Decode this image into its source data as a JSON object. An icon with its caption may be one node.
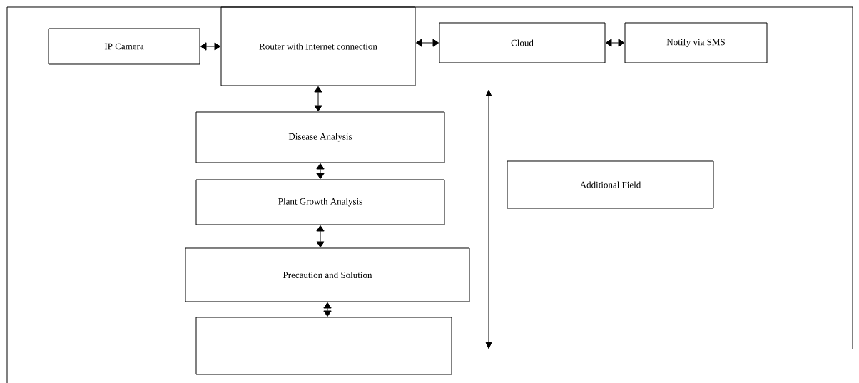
{
  "diagram": {
    "nodes": [
      {
        "text": [
          "IP Camera"
        ]
      },
      {
        "text": [
          "Router with Internet connection"
        ]
      },
      {
        "text": [
          "Cloud"
        ]
      },
      {
        "text": [
          "Notify via SMS"
        ]
      },
      {
        "text": [
          "Disease Analysis"
        ]
      },
      {
        "text": [
          "Plant Growth Analysis"
        ]
      },
      {
        "text": [
          "Precaution and Solution"
        ]
      },
      {
        "text": [],
        "shape": "box"
      },
      {
        "text": [
          "Additional Field"
        ]
      }
    ],
    "edges": [
      {
        "from": 0,
        "to": 1,
        "arrow": "both"
      },
      {
        "from": 1,
        "to": 2,
        "arrow": "both"
      },
      {
        "from": 2,
        "to": 3,
        "arrow": "both"
      },
      {
        "from": 1,
        "to": 4,
        "arrow": "both"
      },
      {
        "from": 4,
        "to": 5,
        "arrow": "both"
      },
      {
        "from": 5,
        "to": 6,
        "arrow": "both"
      },
      {
        "from": 6,
        "to": 7,
        "arrow": "both"
      }
    ]
  }
}
